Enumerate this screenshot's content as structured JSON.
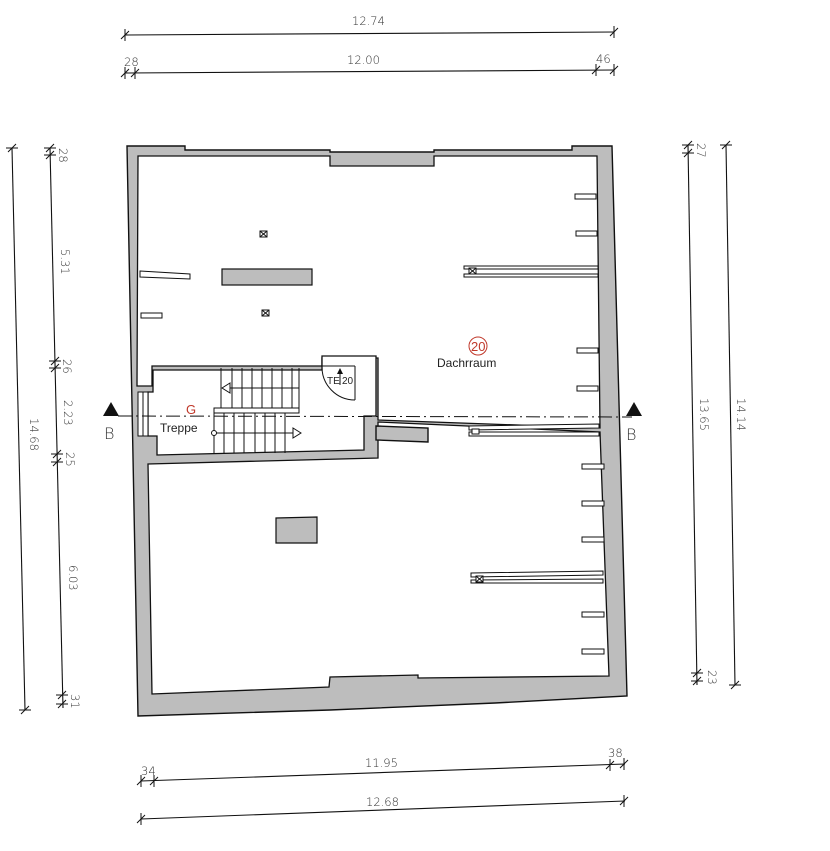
{
  "drawing": {
    "type": "floor-plan",
    "room": {
      "number": "20",
      "name": "Dachrraum",
      "number_color": "#c0392b"
    },
    "stair_room": {
      "code": "G",
      "name": "Treppe",
      "code_color": "#c0392b"
    },
    "door": {
      "label": "TE",
      "value": "20"
    },
    "section_marker": {
      "left": "B",
      "right": "B"
    },
    "colors": {
      "wall_fill": "#bdbdbd",
      "line": "#111111",
      "background": "#ffffff"
    }
  },
  "dimensions": {
    "top": {
      "overall": "12.74",
      "left_offset": "28",
      "main": "12.00",
      "right_offset": "46"
    },
    "bottom": {
      "left_offset": "34",
      "main": "11.95",
      "right_offset": "38",
      "overall": "12.68"
    },
    "left": {
      "overall": "14.68",
      "segments": [
        "28",
        "5.31",
        "26",
        "2.23",
        "25",
        "6.03",
        "31"
      ]
    },
    "right": {
      "top_offset": "27",
      "main": "13.65",
      "bottom_offset": "23",
      "overall": "14.14"
    }
  }
}
